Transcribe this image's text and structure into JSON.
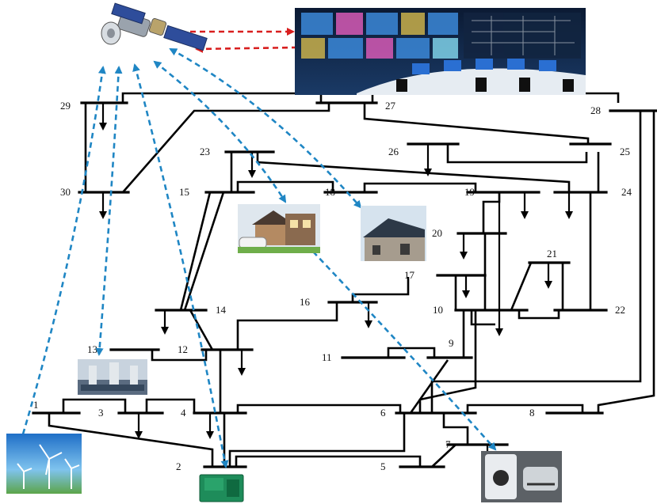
{
  "buses": [
    {
      "id": "bus-1",
      "label": "1"
    },
    {
      "id": "bus-2",
      "label": "2"
    },
    {
      "id": "bus-3",
      "label": "3"
    },
    {
      "id": "bus-4",
      "label": "4"
    },
    {
      "id": "bus-5",
      "label": "5"
    },
    {
      "id": "bus-6",
      "label": "6"
    },
    {
      "id": "bus-7",
      "label": "7"
    },
    {
      "id": "bus-8",
      "label": "8"
    },
    {
      "id": "bus-9",
      "label": "9"
    },
    {
      "id": "bus-10",
      "label": "10"
    },
    {
      "id": "bus-11",
      "label": "11"
    },
    {
      "id": "bus-12",
      "label": "12"
    },
    {
      "id": "bus-13",
      "label": "13"
    },
    {
      "id": "bus-14",
      "label": "14"
    },
    {
      "id": "bus-15",
      "label": "15"
    },
    {
      "id": "bus-16",
      "label": "16"
    },
    {
      "id": "bus-17",
      "label": "17"
    },
    {
      "id": "bus-18",
      "label": "18"
    },
    {
      "id": "bus-19",
      "label": "19"
    },
    {
      "id": "bus-20",
      "label": "20"
    },
    {
      "id": "bus-21",
      "label": "21"
    },
    {
      "id": "bus-22",
      "label": "22"
    },
    {
      "id": "bus-23",
      "label": "23"
    },
    {
      "id": "bus-24",
      "label": "24"
    },
    {
      "id": "bus-25",
      "label": "25"
    },
    {
      "id": "bus-26",
      "label": "26"
    },
    {
      "id": "bus-27",
      "label": "27"
    },
    {
      "id": "bus-28",
      "label": "28"
    },
    {
      "id": "bus-29",
      "label": "29"
    },
    {
      "id": "bus-30",
      "label": "30"
    }
  ],
  "icons": {
    "satellite": "satellite-icon",
    "control_center": "control-center-icon",
    "wind_farm": "wind-farm-icon",
    "diesel_generator": "generator-icon",
    "power_plant": "power-plant-icon",
    "residential_house": "house-with-ev-icon",
    "solar_roof_house": "solar-roof-house-icon",
    "ev_charger": "ev-charger-icon"
  },
  "colors": {
    "grid_line": "#000000",
    "comm_link": "#1f86c4",
    "control_link": "#d81e1e"
  }
}
